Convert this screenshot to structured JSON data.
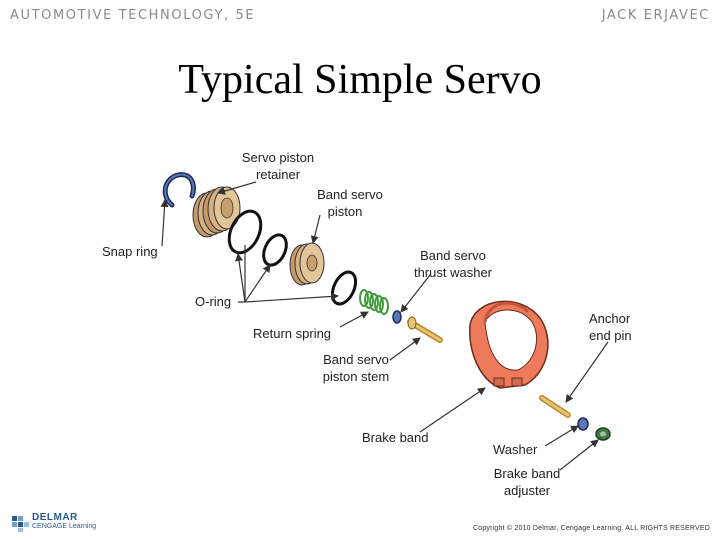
{
  "header": {
    "book_title": "AUTOMOTIVE TECHNOLOGY, 5E",
    "author": "JACK ERJAVEC"
  },
  "slide": {
    "title": "Typical Simple Servo"
  },
  "diagram": {
    "labels": {
      "servo_piston_retainer_1": "Servo piston",
      "servo_piston_retainer_2": "retainer",
      "band_servo_piston_1": "Band servo",
      "band_servo_piston_2": "piston",
      "snap_ring": "Snap ring",
      "band_servo_thrust_washer_1": "Band servo",
      "band_servo_thrust_washer_2": "thrust washer",
      "o_ring": "O-ring",
      "return_spring": "Return spring",
      "anchor_end_pin_1": "Anchor",
      "anchor_end_pin_2": "end pin",
      "band_servo_piston_stem_1": "Band servo",
      "band_servo_piston_stem_2": "piston stem",
      "brake_band": "Brake band",
      "washer": "Washer",
      "brake_band_adjuster_1": "Brake band",
      "brake_band_adjuster_2": "adjuster"
    },
    "colors": {
      "piston_tan": "#d9b98e",
      "band_orange": "#ee7a5c",
      "spring_green": "#3f9a3a",
      "leader_line": "#333333"
    }
  },
  "footer": {
    "publisher_name": "DELMAR",
    "publisher_sub": "CENGAGE Learning",
    "copyright": "Copyright © 2010 Delmar, Cengage Learning. ALL RIGHTS RESERVED"
  }
}
